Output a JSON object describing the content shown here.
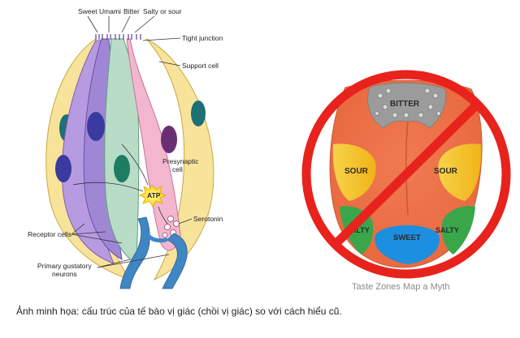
{
  "taste_bud": {
    "labels": {
      "sweet": "Sweet",
      "umami": "Umami",
      "bitter": "Bitter",
      "salty_or_sour": "Salty or sour",
      "tight_junction": "Tight junction",
      "support_cell": "Support cell",
      "presynaptic_cell_line1": "Presynaptic",
      "presynaptic_cell_line2": "cell",
      "atp": "ATP",
      "serotonin": "Serotonin",
      "receptor_cells": "Receptor cells",
      "gustatory_line1": "Primary gustatory",
      "gustatory_line2": "neurons"
    }
  },
  "tongue_map": {
    "zones": {
      "bitter": "BITTER",
      "sour_left": "SOUR",
      "sour_right": "SOUR",
      "salty_left": "SALTY",
      "salty_right": "SALTY",
      "sweet": "SWEET"
    },
    "myth_label": "Taste Zones Map a Myth",
    "colors": {
      "prohibit_red": "#e8221c",
      "sweet_blue": "#1c8fe0",
      "sour_yellow": "#f2c21b",
      "salty_green": "#3aa64a",
      "tongue_orange": "#ee7f52"
    }
  },
  "caption": "Ảnh minh họa: cấu trúc của tế bào vị giác (chồi vị giác) so với cách hiểu cũ."
}
